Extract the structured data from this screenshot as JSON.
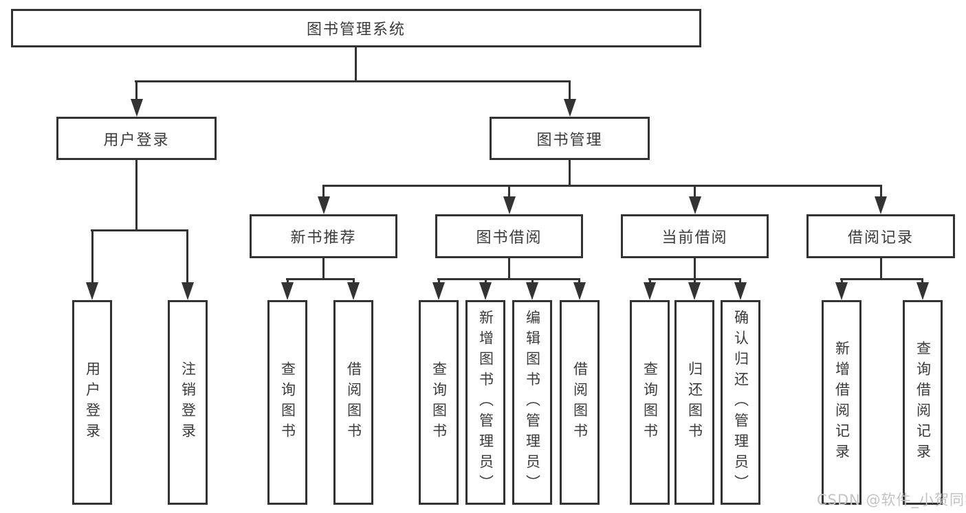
{
  "tree": {
    "root": {
      "label": "图书管理系统"
    },
    "children": [
      {
        "label": "用户登录",
        "children": [
          {
            "label": "用户登录"
          },
          {
            "label": "注销登录"
          }
        ]
      },
      {
        "label": "图书管理",
        "children": [
          {
            "label": "新书推荐",
            "children": [
              {
                "label": "查询图书"
              },
              {
                "label": "借阅图书"
              }
            ]
          },
          {
            "label": "图书借阅",
            "children": [
              {
                "label": "查询图书"
              },
              {
                "label": "新增图书（管理员）"
              },
              {
                "label": "编辑图书（管理员）"
              },
              {
                "label": "借阅图书"
              }
            ]
          },
          {
            "label": "当前借阅",
            "children": [
              {
                "label": "查询图书"
              },
              {
                "label": "归还图书"
              },
              {
                "label": "确认归还（管理员）"
              }
            ]
          },
          {
            "label": "借阅记录",
            "children": [
              {
                "label": "新增借阅记录"
              },
              {
                "label": "查询借阅记录"
              }
            ]
          }
        ]
      }
    ]
  },
  "style": {
    "line_color": "#333333",
    "text_color": "#3b3b3b",
    "background": "#ffffff"
  },
  "watermark": {
    "text": "CSDN @软件_小贺同学",
    "color": "#c3c3c3"
  }
}
